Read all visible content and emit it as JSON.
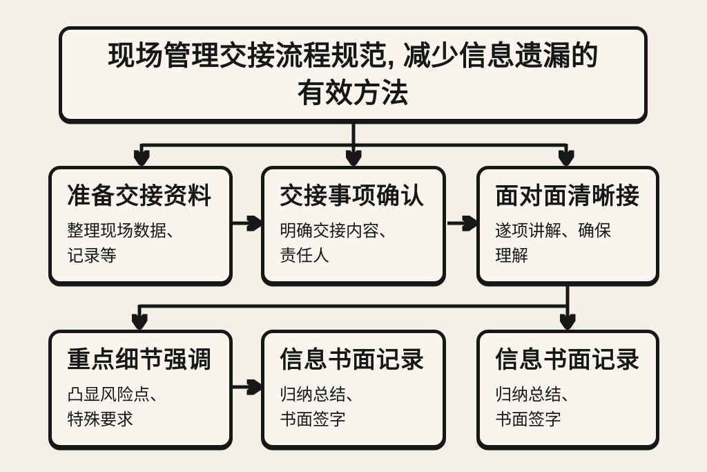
{
  "colors": {
    "background": "#f3f0e8",
    "box_fill": "#f7f5ee",
    "stroke": "#171717"
  },
  "title": {
    "text": "现场管理交接流程规范, 减少信息遗漏的\n有效方法"
  },
  "flow": {
    "row1": [
      {
        "heading": "准备交接资料",
        "body": "整理现场数据、\n记录等"
      },
      {
        "heading": "交接事项确认",
        "body": "明确交接内容、\n责任人"
      },
      {
        "heading": "面对面清晰接",
        "body": "遂项讲解、确保\n理解"
      }
    ],
    "row2": [
      {
        "heading": "重点细节强调",
        "body": "凸显风险点、\n特殊要求"
      },
      {
        "heading": "信息书面记录",
        "body": "归纳总结、\n书面签字"
      },
      {
        "heading": "信息书面记录",
        "body": "归纳总结、\n书面签字"
      }
    ]
  }
}
